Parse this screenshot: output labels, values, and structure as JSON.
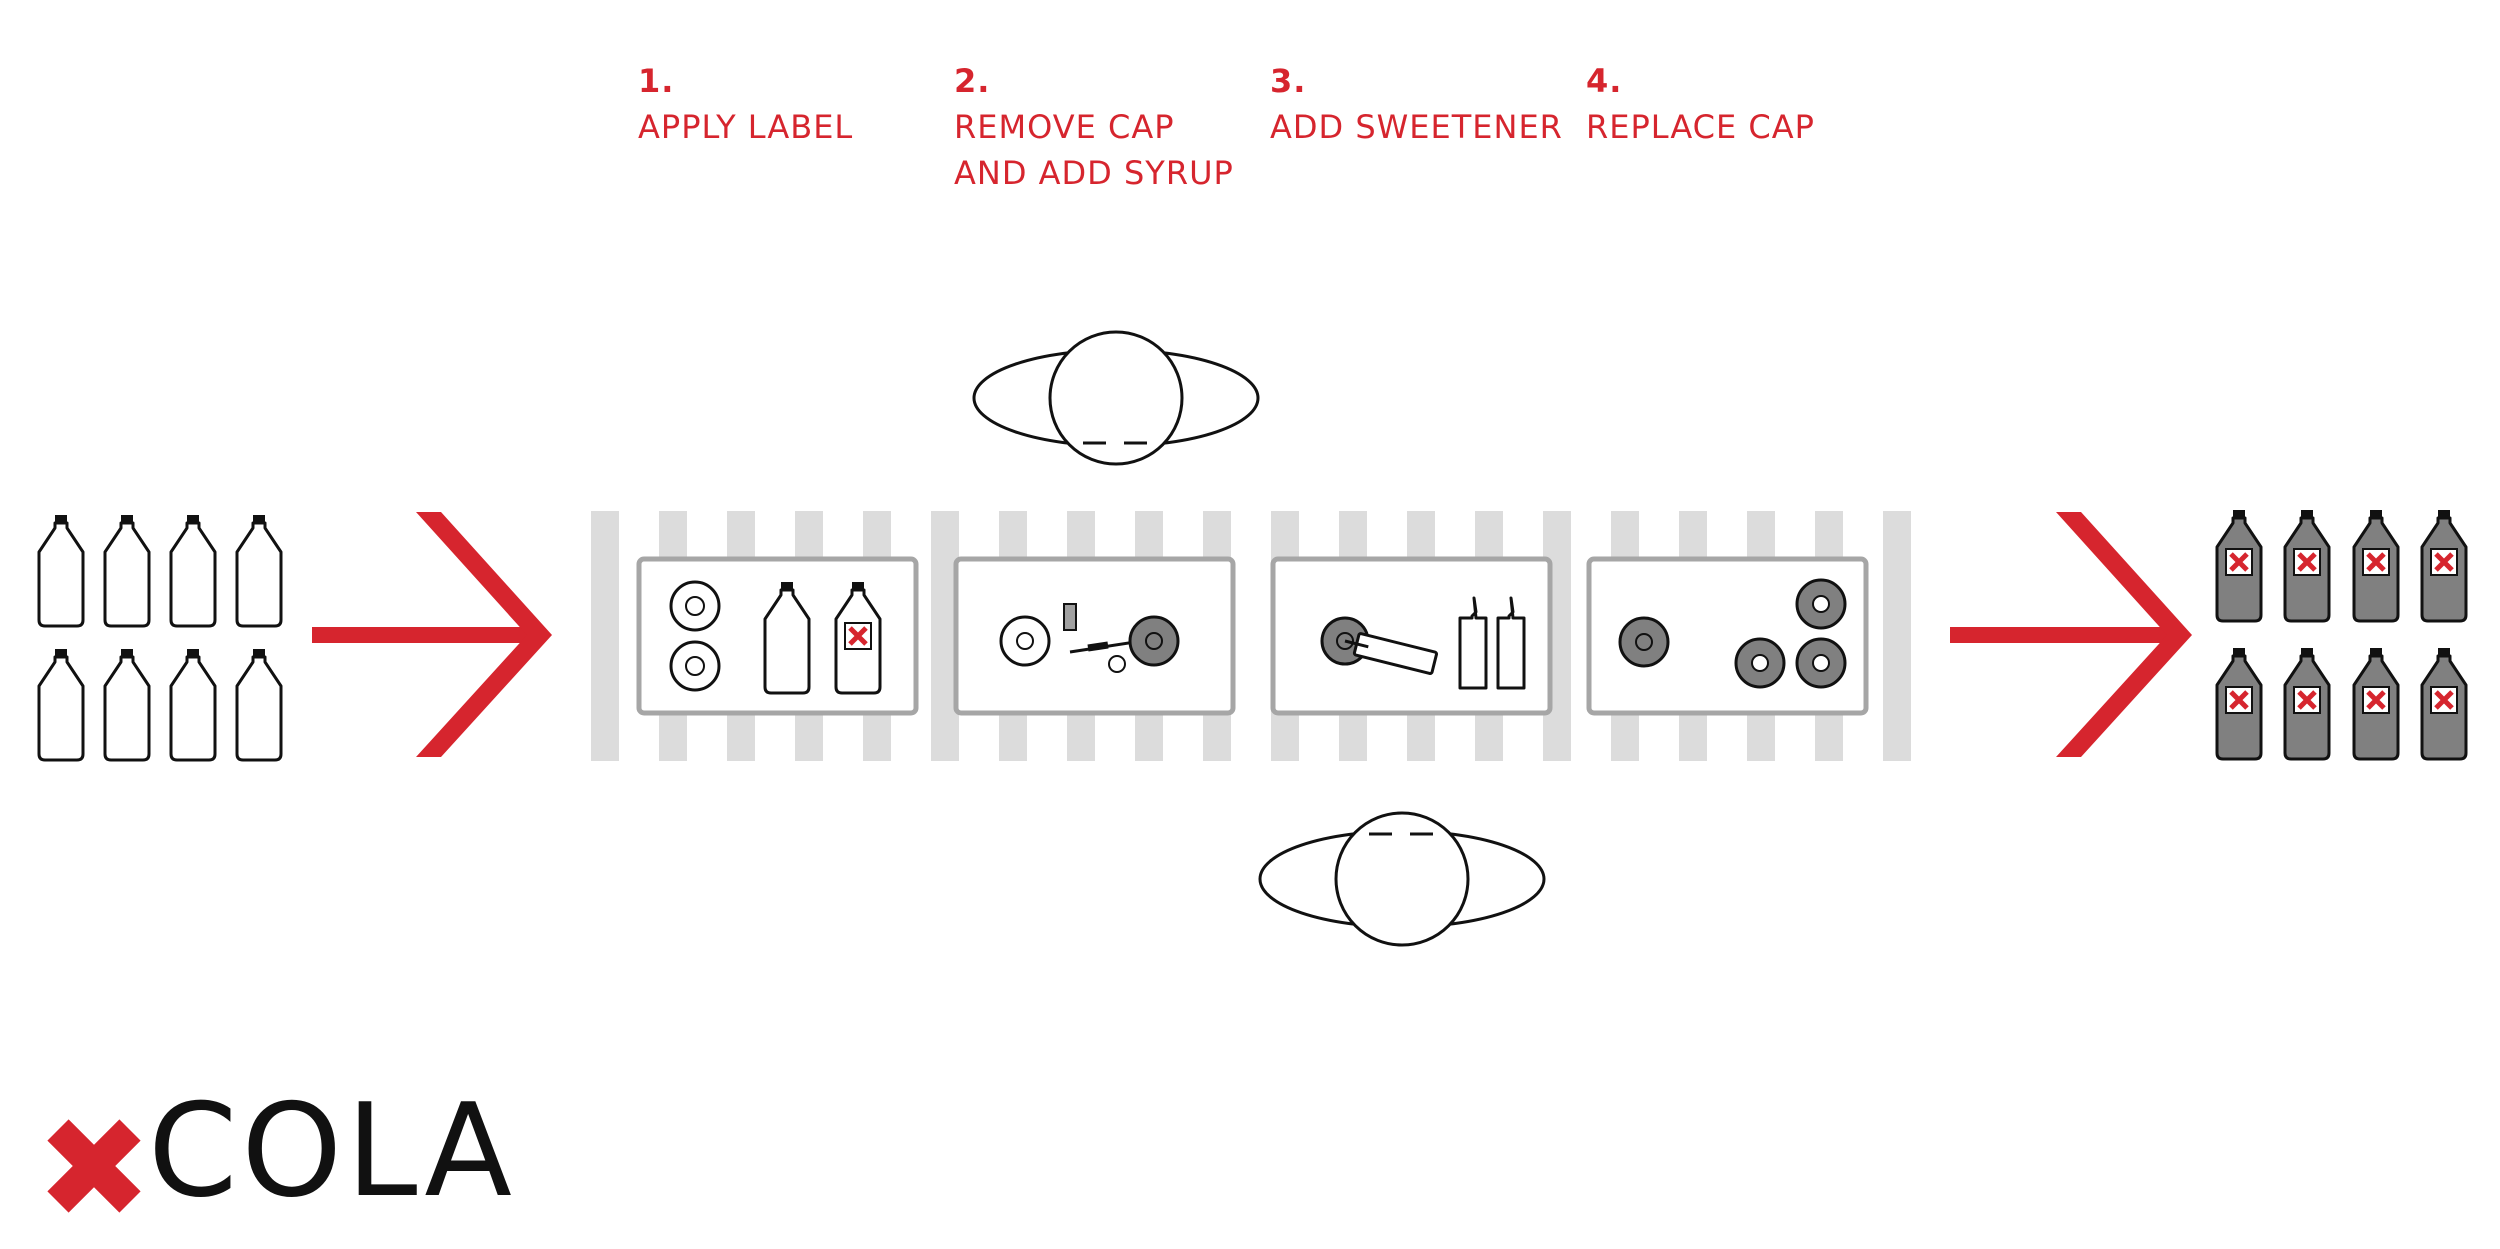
{
  "steps": [
    {
      "number": "1.",
      "lines": [
        "APPLY LABEL"
      ]
    },
    {
      "number": "2.",
      "lines": [
        "REMOVE CAP",
        "AND ADD SYRUP"
      ]
    },
    {
      "number": "3.",
      "lines": [
        "ADD SWEETENER"
      ]
    },
    {
      "number": "4.",
      "lines": [
        "REPLACE CAP"
      ]
    }
  ],
  "brand": {
    "name": "COLA",
    "mark_icon": "x-mark-icon"
  },
  "colors": {
    "accent": "#d6252e",
    "ink": "#111111",
    "belt": "#dcdcdc",
    "station_border": "#a6a6a6",
    "filled_bottle": "#808080"
  }
}
